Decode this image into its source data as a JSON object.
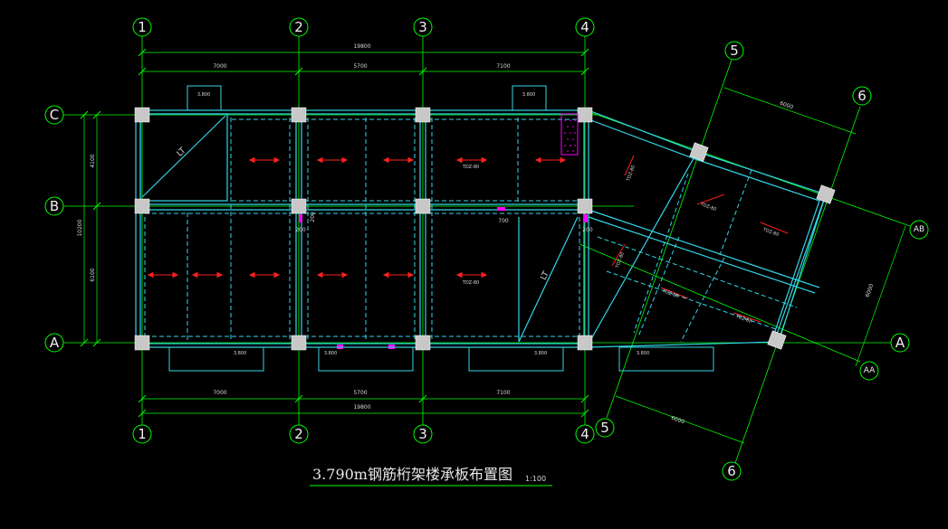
{
  "drawing": {
    "title": "3.790m钢筋桁架楼承板布置图",
    "scale": "1:100"
  },
  "axes": {
    "top_numbers": [
      "1",
      "2",
      "3",
      "4"
    ],
    "bottom_numbers": [
      "1",
      "2",
      "3",
      "4"
    ],
    "left_letters": [
      "C",
      "B",
      "A"
    ],
    "skew_numbers": [
      "5",
      "6"
    ],
    "skew_letters": [
      "AB",
      "AA"
    ],
    "right_letter": "A"
  },
  "dimensions": {
    "top_total": "19800",
    "top_spans": [
      "7000",
      "5700",
      "7100"
    ],
    "bottom_total": "19800",
    "bottom_spans": [
      "7000",
      "5700",
      "7100"
    ],
    "left_total": "10200",
    "left_spans": [
      "4100",
      "6100"
    ],
    "skew_top": "6000",
    "skew_right": "6000",
    "skew_bottom": "6000",
    "small_mark_a": "200",
    "small_mark_b": "700"
  },
  "levels": {
    "top_left": "3.800",
    "top_right": "3.800",
    "bottom_1": "3.800",
    "bottom_2": "3.800",
    "bottom_3": "3.800",
    "bottom_4": "3.800"
  },
  "labels": {
    "lt": "LT",
    "tdz": "TDZ-80"
  },
  "colors": {
    "background": "#000000",
    "axis": "#00ff00",
    "beam": "#33d6e6",
    "column": "#c8c8c8",
    "arrow": "#ff2020",
    "magenta": "#ff00ff",
    "text": "#e8e8e8"
  }
}
